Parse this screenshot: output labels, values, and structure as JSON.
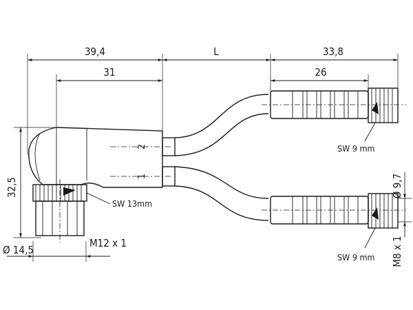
{
  "dimensions": {
    "angled_connector_length": "39,4",
    "cable_length": "L",
    "straight_connector_length": "33,8",
    "housing_length": "31",
    "socket_length": "26",
    "angled_height": "32,5",
    "angled_diameter": "Ø 14,5",
    "socket_diameter": "Ø 9,7",
    "angled_thread": "M12 x 1",
    "socket_thread": "M8 x 1"
  },
  "labels": {
    "wrench_angled": "SW 13mm",
    "wrench_upper": "SW 9 mm",
    "wrench_lower": "SW 9 mm",
    "pin_2": "2",
    "pin_1": "1"
  }
}
